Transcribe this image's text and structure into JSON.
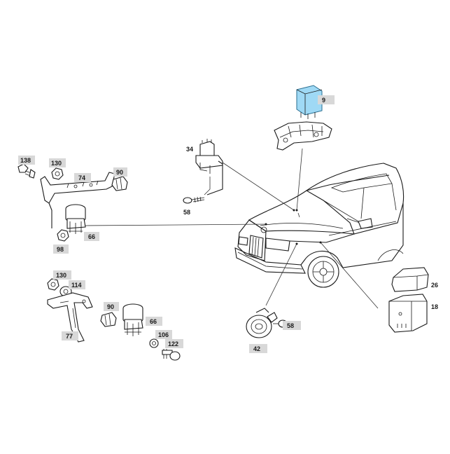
{
  "diagram": {
    "highlight_color": "#9fd9f5",
    "callout_color": "#d8d8d8",
    "callouts": [
      {
        "id": "c9",
        "label": "9",
        "shaded": true,
        "highlight": true
      },
      {
        "id": "c34",
        "label": "34",
        "shaded": false
      },
      {
        "id": "c58a",
        "label": "58",
        "shaded": false
      },
      {
        "id": "c138",
        "label": "138",
        "shaded": true
      },
      {
        "id": "c130a",
        "label": "130",
        "shaded": true
      },
      {
        "id": "c74",
        "label": "74",
        "shaded": true
      },
      {
        "id": "c90a",
        "label": "90",
        "shaded": true
      },
      {
        "id": "c66a",
        "label": "66",
        "shaded": true
      },
      {
        "id": "c98",
        "label": "98",
        "shaded": true
      },
      {
        "id": "c130b",
        "label": "130",
        "shaded": true
      },
      {
        "id": "c114",
        "label": "114",
        "shaded": true
      },
      {
        "id": "c90b",
        "label": "90",
        "shaded": true
      },
      {
        "id": "c66b",
        "label": "66",
        "shaded": true
      },
      {
        "id": "c77",
        "label": "77",
        "shaded": true
      },
      {
        "id": "c106",
        "label": "106",
        "shaded": true
      },
      {
        "id": "c122",
        "label": "122",
        "shaded": true
      },
      {
        "id": "c58b",
        "label": "58",
        "shaded": true
      },
      {
        "id": "c42",
        "label": "42",
        "shaded": true
      },
      {
        "id": "c26",
        "label": "26",
        "shaded": false
      },
      {
        "id": "c18",
        "label": "18",
        "shaded": false
      }
    ]
  }
}
